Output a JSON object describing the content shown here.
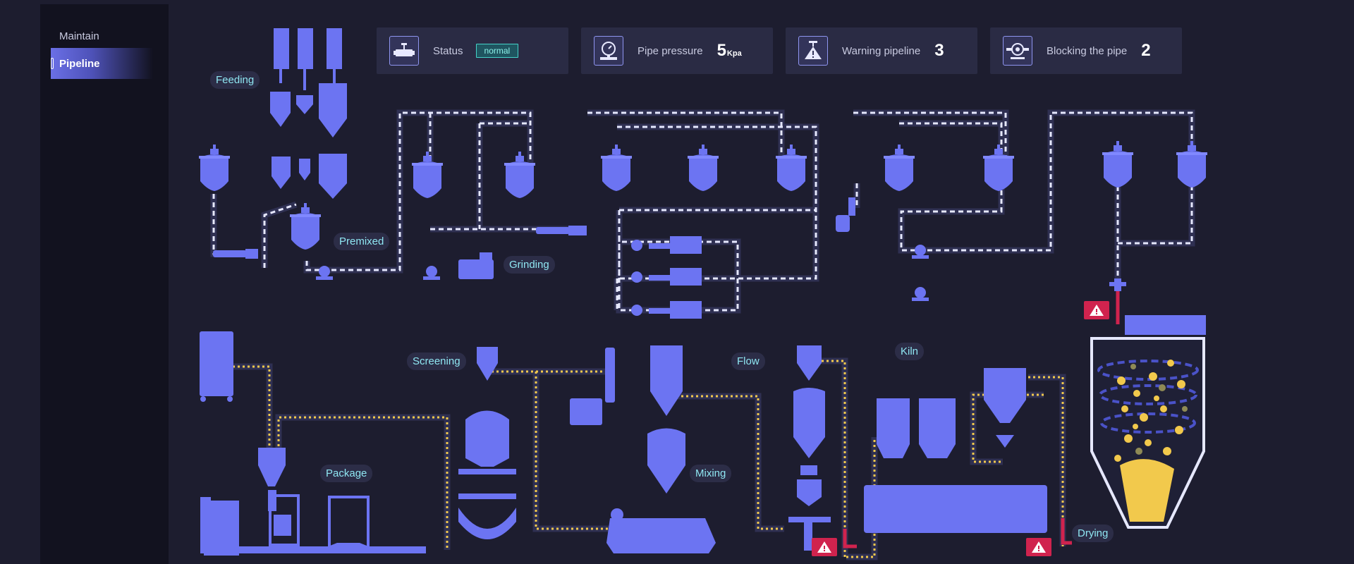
{
  "sidebar": {
    "items": [
      {
        "label": "Maintain",
        "active": false
      },
      {
        "label": "Pipeline",
        "active": true
      }
    ]
  },
  "cards": {
    "status": {
      "label": "Status",
      "value": "normal",
      "icon": "valve-icon"
    },
    "pressure": {
      "label": "Pipe pressure",
      "value": "5",
      "unit": "Kpa",
      "icon": "pressure-gauge-icon"
    },
    "warning": {
      "label": "Warning pipeline",
      "value": "3",
      "icon": "warning-valve-icon"
    },
    "blocking": {
      "label": "Blocking the pipe",
      "value": "2",
      "icon": "pump-icon"
    }
  },
  "labels": {
    "feeding": "Feeding",
    "premixed": "Premixed",
    "grinding": "Grinding",
    "screening": "Screening",
    "package": "Package",
    "mixing": "Mixing",
    "flow": "Flow",
    "kiln": "Kiln",
    "drying": "Drying"
  },
  "colors": {
    "background": "#1d1d2f",
    "equipment": "#6c74f2",
    "pipe_white": "#e6e8ff",
    "pipe_yellow": "#f2c94c",
    "alarm": "#d0234e",
    "accent_cyan": "#45d3c8"
  }
}
